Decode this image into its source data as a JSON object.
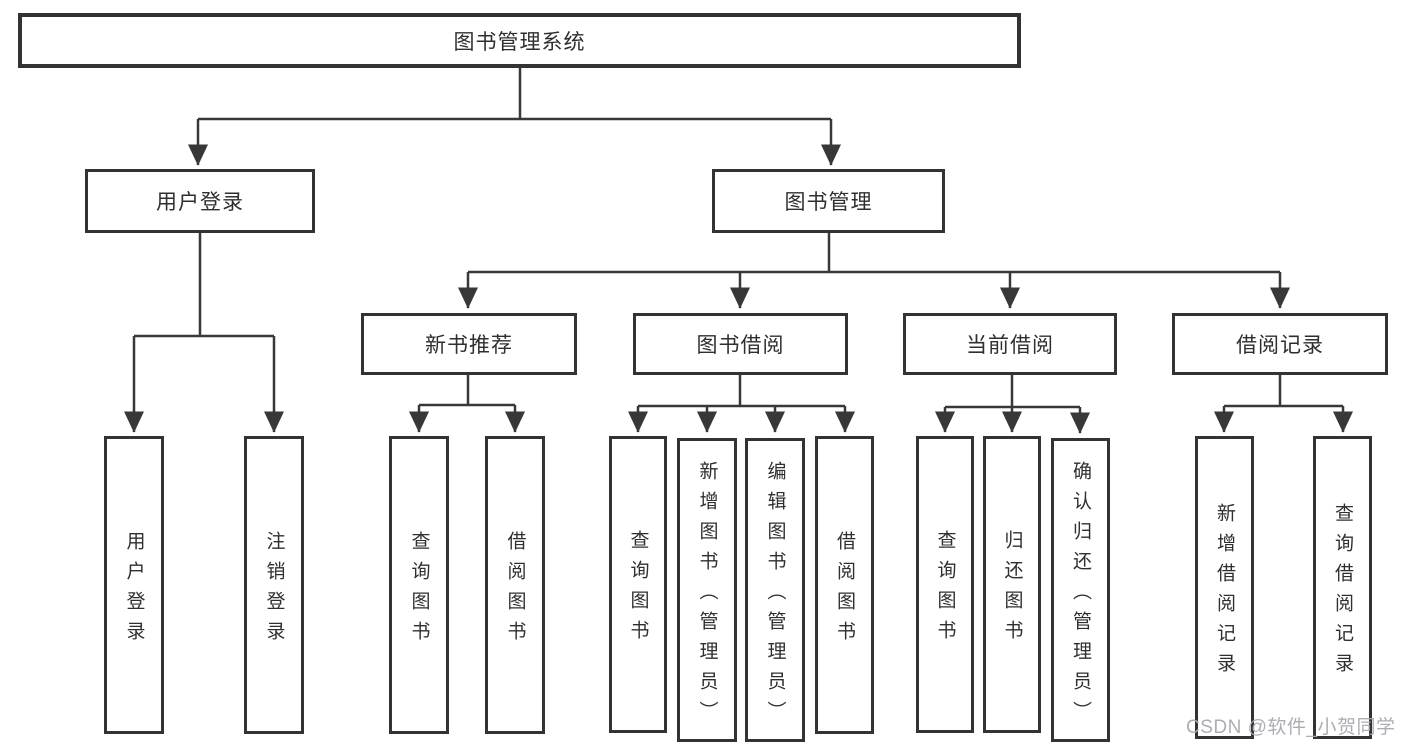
{
  "diagram": {
    "title": "图书管理系统",
    "root": {
      "label": "图书管理系统"
    },
    "level2": [
      {
        "label": "用户登录"
      },
      {
        "label": "图书管理"
      }
    ],
    "level3": [
      {
        "label": "新书推荐"
      },
      {
        "label": "图书借阅"
      },
      {
        "label": "当前借阅"
      },
      {
        "label": "借阅记录"
      }
    ],
    "leaves": {
      "user_login": [
        "用户登录",
        "注销登录"
      ],
      "new_book": [
        "查询图书",
        "借阅图书"
      ],
      "book_borrow": [
        "查询图书",
        "新增图书（管理员）",
        "编辑图书（管理员）",
        "借阅图书"
      ],
      "current_borrow": [
        "查询图书",
        "归还图书",
        "确认归还（管理员）"
      ],
      "borrow_records": [
        "新增借阅记录",
        "查询借阅记录"
      ]
    }
  },
  "watermark": {
    "text": "CSDN @软件_小贺同学"
  },
  "colors": {
    "line": "#383838",
    "border": "#333333",
    "text": "#2f2f2f",
    "watermark": "#a6aaaf",
    "background": "#ffffff"
  }
}
